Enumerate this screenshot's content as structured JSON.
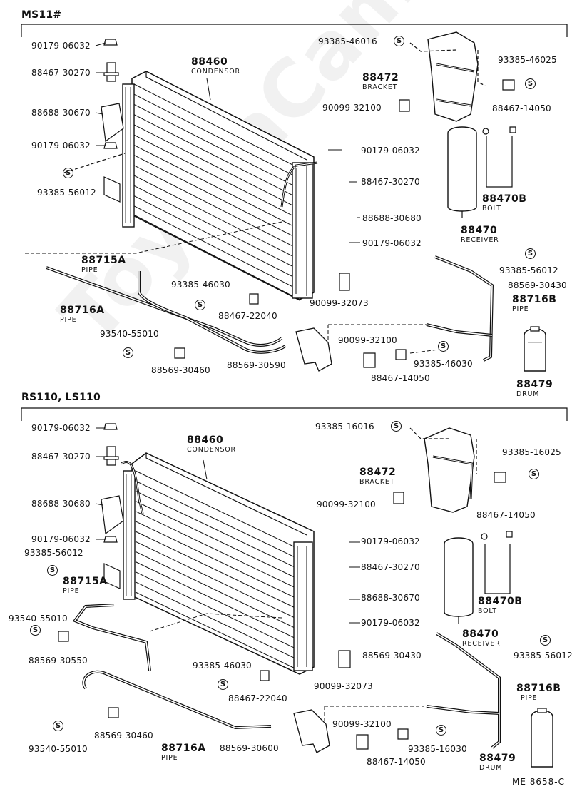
{
  "watermark": "ToyotaCampus.ru",
  "sections": [
    {
      "title": "MS11#",
      "labels": {
        "p90179a": "90179-06032",
        "p88467a": "88467-30270",
        "p88688a": "88688-30670",
        "p90179b": "90179-06032",
        "p93385a": "93385-56012",
        "p88460": "88460",
        "condensor": "CONDENSOR",
        "p93385b": "93385-46016",
        "p88472": "88472",
        "bracket": "BRACKET",
        "p90099a": "90099-32100",
        "p93385c": "93385-46025",
        "p88467b": "88467-14050",
        "p90179c": "90179-06032",
        "p88467c": "88467-30270",
        "p88688b": "88688-30680",
        "p90179d": "90179-06032",
        "p88470b": "88470B",
        "bolt": "BOLT",
        "p88470": "88470",
        "receiver": "RECEIVER",
        "p88715a": "88715A",
        "pipe1": "PIPE",
        "p93385d": "93385-56012",
        "p88569a": "88569-30430",
        "p88716b": "88716B",
        "pipe2": "PIPE",
        "p88716a": "88716A",
        "pipe3": "PIPE",
        "p93385e": "93385-46030",
        "p88467d": "88467-22040",
        "p90099b": "90099-32073",
        "p93540": "93540-55010",
        "p88569b": "88569-30460",
        "p88569c": "88569-30590",
        "p90099c": "90099-32100",
        "p93385f": "93385-46030",
        "p88467e": "88467-14050",
        "p88479": "88479",
        "drum": "DRUM",
        "s": "S"
      }
    },
    {
      "title": "RS110, LS110",
      "labels": {
        "p90179a": "90179-06032",
        "p88467a": "88467-30270",
        "p88688a": "88688-30680",
        "p90179b": "90179-06032",
        "p93385a": "93385-56012",
        "p88460": "88460",
        "condensor": "CONDENSOR",
        "p93385b": "93385-16016",
        "p88472": "88472",
        "bracket": "BRACKET",
        "p90099a": "90099-32100",
        "p93385c": "93385-16025",
        "p88467b": "88467-14050",
        "p90179c": "90179-06032",
        "p88467c": "88467-30270",
        "p88688b": "88688-30670",
        "p90179d": "90179-06032",
        "p88470b": "88470B",
        "bolt": "BOLT",
        "p88470": "88470",
        "receiver": "RECEIVER",
        "p88715a": "88715A",
        "pipe1": "PIPE",
        "p93385d": "93385-56012",
        "p88569a": "88569-30430",
        "p88716b": "88716B",
        "pipe2": "PIPE",
        "p88716a": "88716A",
        "pipe3": "PIPE",
        "p93385e": "93385-46030",
        "p88467d": "88467-22040",
        "p90099b": "90099-32073",
        "p93540a": "93540-55010",
        "p88569b": "88569-30550",
        "p88569c": "88569-30460",
        "p93540b": "93540-55010",
        "p88569d": "88569-30600",
        "p90099c": "90099-32100",
        "p93385f": "93385-16030",
        "p88467e": "88467-14050",
        "p88479": "88479",
        "drum": "DRUM",
        "s": "S"
      }
    }
  ],
  "footer": "ME  8658-C"
}
